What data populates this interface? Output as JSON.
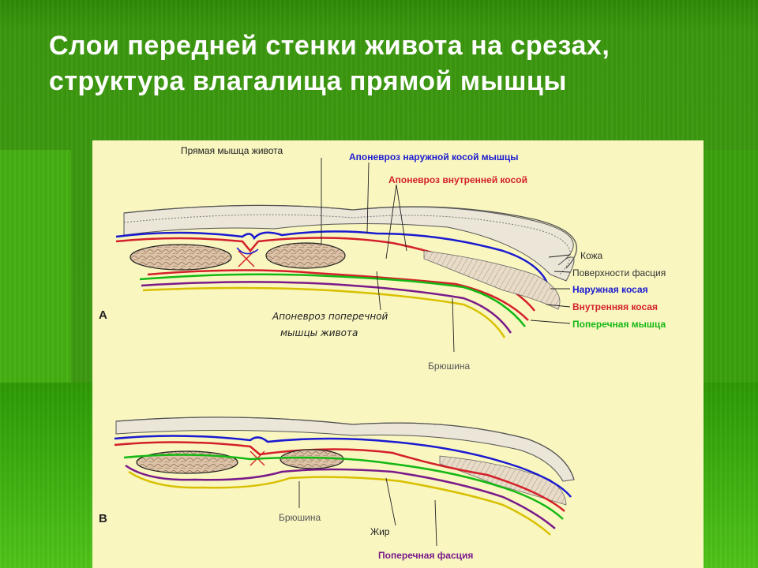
{
  "slide": {
    "title": "Слои передней стенки живота на срезах, структура влагалища прямой мышцы"
  },
  "figure_a": {
    "marker": "А",
    "labels": {
      "rectus": "Прямая мышца живота",
      "ext_oblique_apon": "Апоневроз наружной косой мышцы",
      "int_oblique_apon": "Апоневроз внутренней косой",
      "skin": "Кожа",
      "superficial_fascia": "Поверхности фасция",
      "ext_oblique": "Наружная косая",
      "int_oblique": "Внутренняя косая",
      "transverse": "Поперечная мышца",
      "transverse_apon_1": "Апоневроз поперечной",
      "transverse_apon_2": "мышцы живота",
      "peritoneum": "Брюшина"
    }
  },
  "figure_b": {
    "marker": "В",
    "labels": {
      "peritoneum": "Брюшина",
      "fat": "Жир",
      "transverse_fascia": "Поперечная фасция"
    }
  },
  "colors": {
    "blue": "#1a1ad0",
    "red": "#d4202a",
    "green": "#14b814",
    "purple": "#7a1a8a",
    "yellow": "#d8c000",
    "muscle": "#d6b79a"
  }
}
